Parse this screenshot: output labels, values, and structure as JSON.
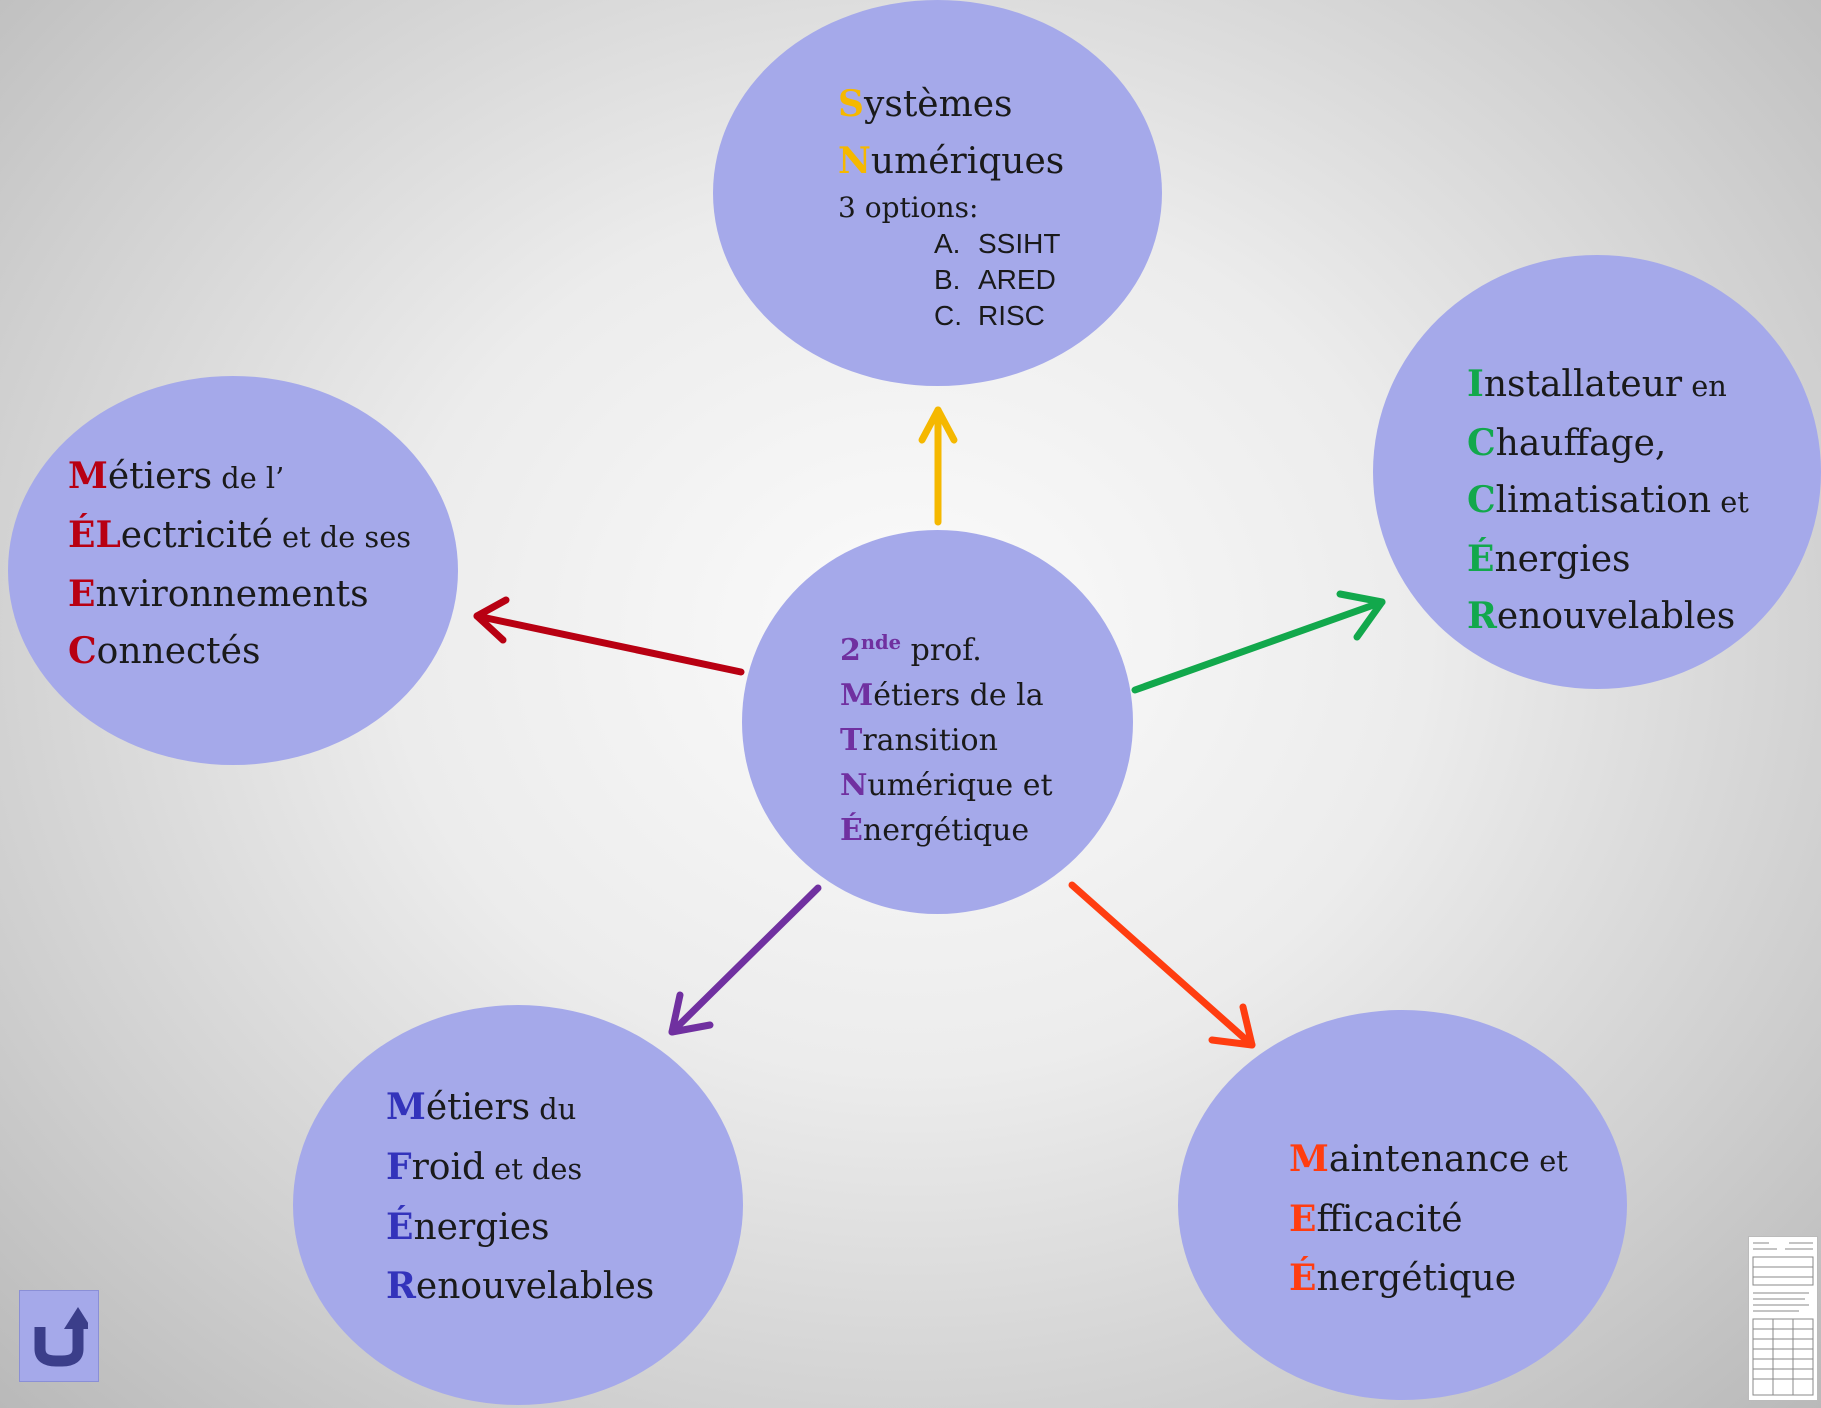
{
  "colors": {
    "bubble": "#a5a9ea",
    "arrow_top": "#f5b800",
    "arrow_right": "#12a84c",
    "arrow_left": "#b80012",
    "arrow_bottom_left": "#7030a0",
    "arrow_bottom_right": "#ff3d10",
    "center_accent": "#7030a0",
    "top_accent": "#f5b800",
    "right_accent": "#12a84c",
    "left_accent": "#b80012",
    "bl_accent": "#3333bb",
    "br_accent": "#ff3d10"
  },
  "center": {
    "l1_cap": "2",
    "l1_sup": "nde",
    "l1_rest": " prof.",
    "l2_cap": "M",
    "l2_rest": "étiers de la",
    "l3_cap": "T",
    "l3_rest": "ransition",
    "l4_cap": "N",
    "l4_rest": "umérique et",
    "l5_cap": "É",
    "l5_rest": "nergétique"
  },
  "top": {
    "l1_cap": "S",
    "l1_rest": "ystèmes",
    "l2_cap": "N",
    "l2_rest": "umériques",
    "options_label": "3 options:",
    "options": [
      {
        "letter": "A.",
        "text": "SSIHT"
      },
      {
        "letter": "B.",
        "text": "ARED"
      },
      {
        "letter": "C.",
        "text": "RISC"
      }
    ]
  },
  "right": {
    "l1_cap": "I",
    "l1_rest": "nstallateur",
    "l1_small": " en",
    "l2_cap": "C",
    "l2_rest": "hauffage,",
    "l3_cap": "C",
    "l3_rest": "limatisation",
    "l3_small": " et",
    "l4_cap": "É",
    "l4_rest": "nergies",
    "l5_cap": "R",
    "l5_rest": "enouvelables"
  },
  "left": {
    "l1_cap": "M",
    "l1_rest": "étiers",
    "l1_small": " de l’",
    "l2_cap": "ÉL",
    "l2_rest": "ectricité",
    "l2_small": " et de ses",
    "l3_cap": "E",
    "l3_rest": "nvironnements",
    "l4_cap": "C",
    "l4_rest": "onnectés"
  },
  "bottom_left": {
    "l1_cap": "M",
    "l1_rest": "étiers",
    "l1_small": " du",
    "l2_cap": "F",
    "l2_rest": "roid",
    "l2_small": " et des",
    "l3_cap": "É",
    "l3_rest": "nergies",
    "l4_cap": "R",
    "l4_rest": "enouvelables"
  },
  "bottom_right": {
    "l1_cap": "M",
    "l1_rest": "aintenance",
    "l1_small": " et",
    "l2_cap": "E",
    "l2_rest": "fficacité",
    "l3_cap": "É",
    "l3_rest": "nergétique"
  },
  "nav": {
    "back_icon": "return-up-arrow-icon"
  },
  "thumbnail": {
    "icon": "document-thumbnail"
  }
}
